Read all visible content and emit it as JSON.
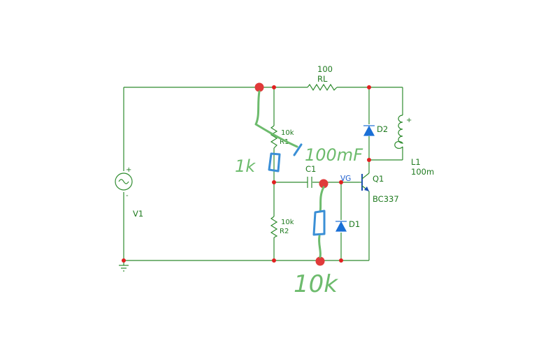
{
  "components": {
    "rl": {
      "name": "RL",
      "value": "100"
    },
    "r1": {
      "name": "R1",
      "value": "10k"
    },
    "r2": {
      "name": "R2",
      "value": "10k"
    },
    "c1": {
      "name": "C1"
    },
    "d1": {
      "name": "D1"
    },
    "d2": {
      "name": "D2"
    },
    "l1": {
      "name": "L1",
      "value": "100m"
    },
    "q1": {
      "name": "Q1",
      "model": "BC337"
    },
    "v1": {
      "name": "V1"
    }
  },
  "net_labels": {
    "vg": "VG"
  },
  "polarity": {
    "plus": "+",
    "minus": "-"
  },
  "annotations": {
    "note_1k": "1k",
    "note_100uf": "100mF",
    "note_10k": "10k"
  },
  "colors": {
    "wire": "#2e8b2e",
    "node": "#e02020",
    "diode": "#1a6fd6",
    "handwriting_green": "#6dbb6d",
    "handwriting_blue": "#3a8fd6"
  }
}
